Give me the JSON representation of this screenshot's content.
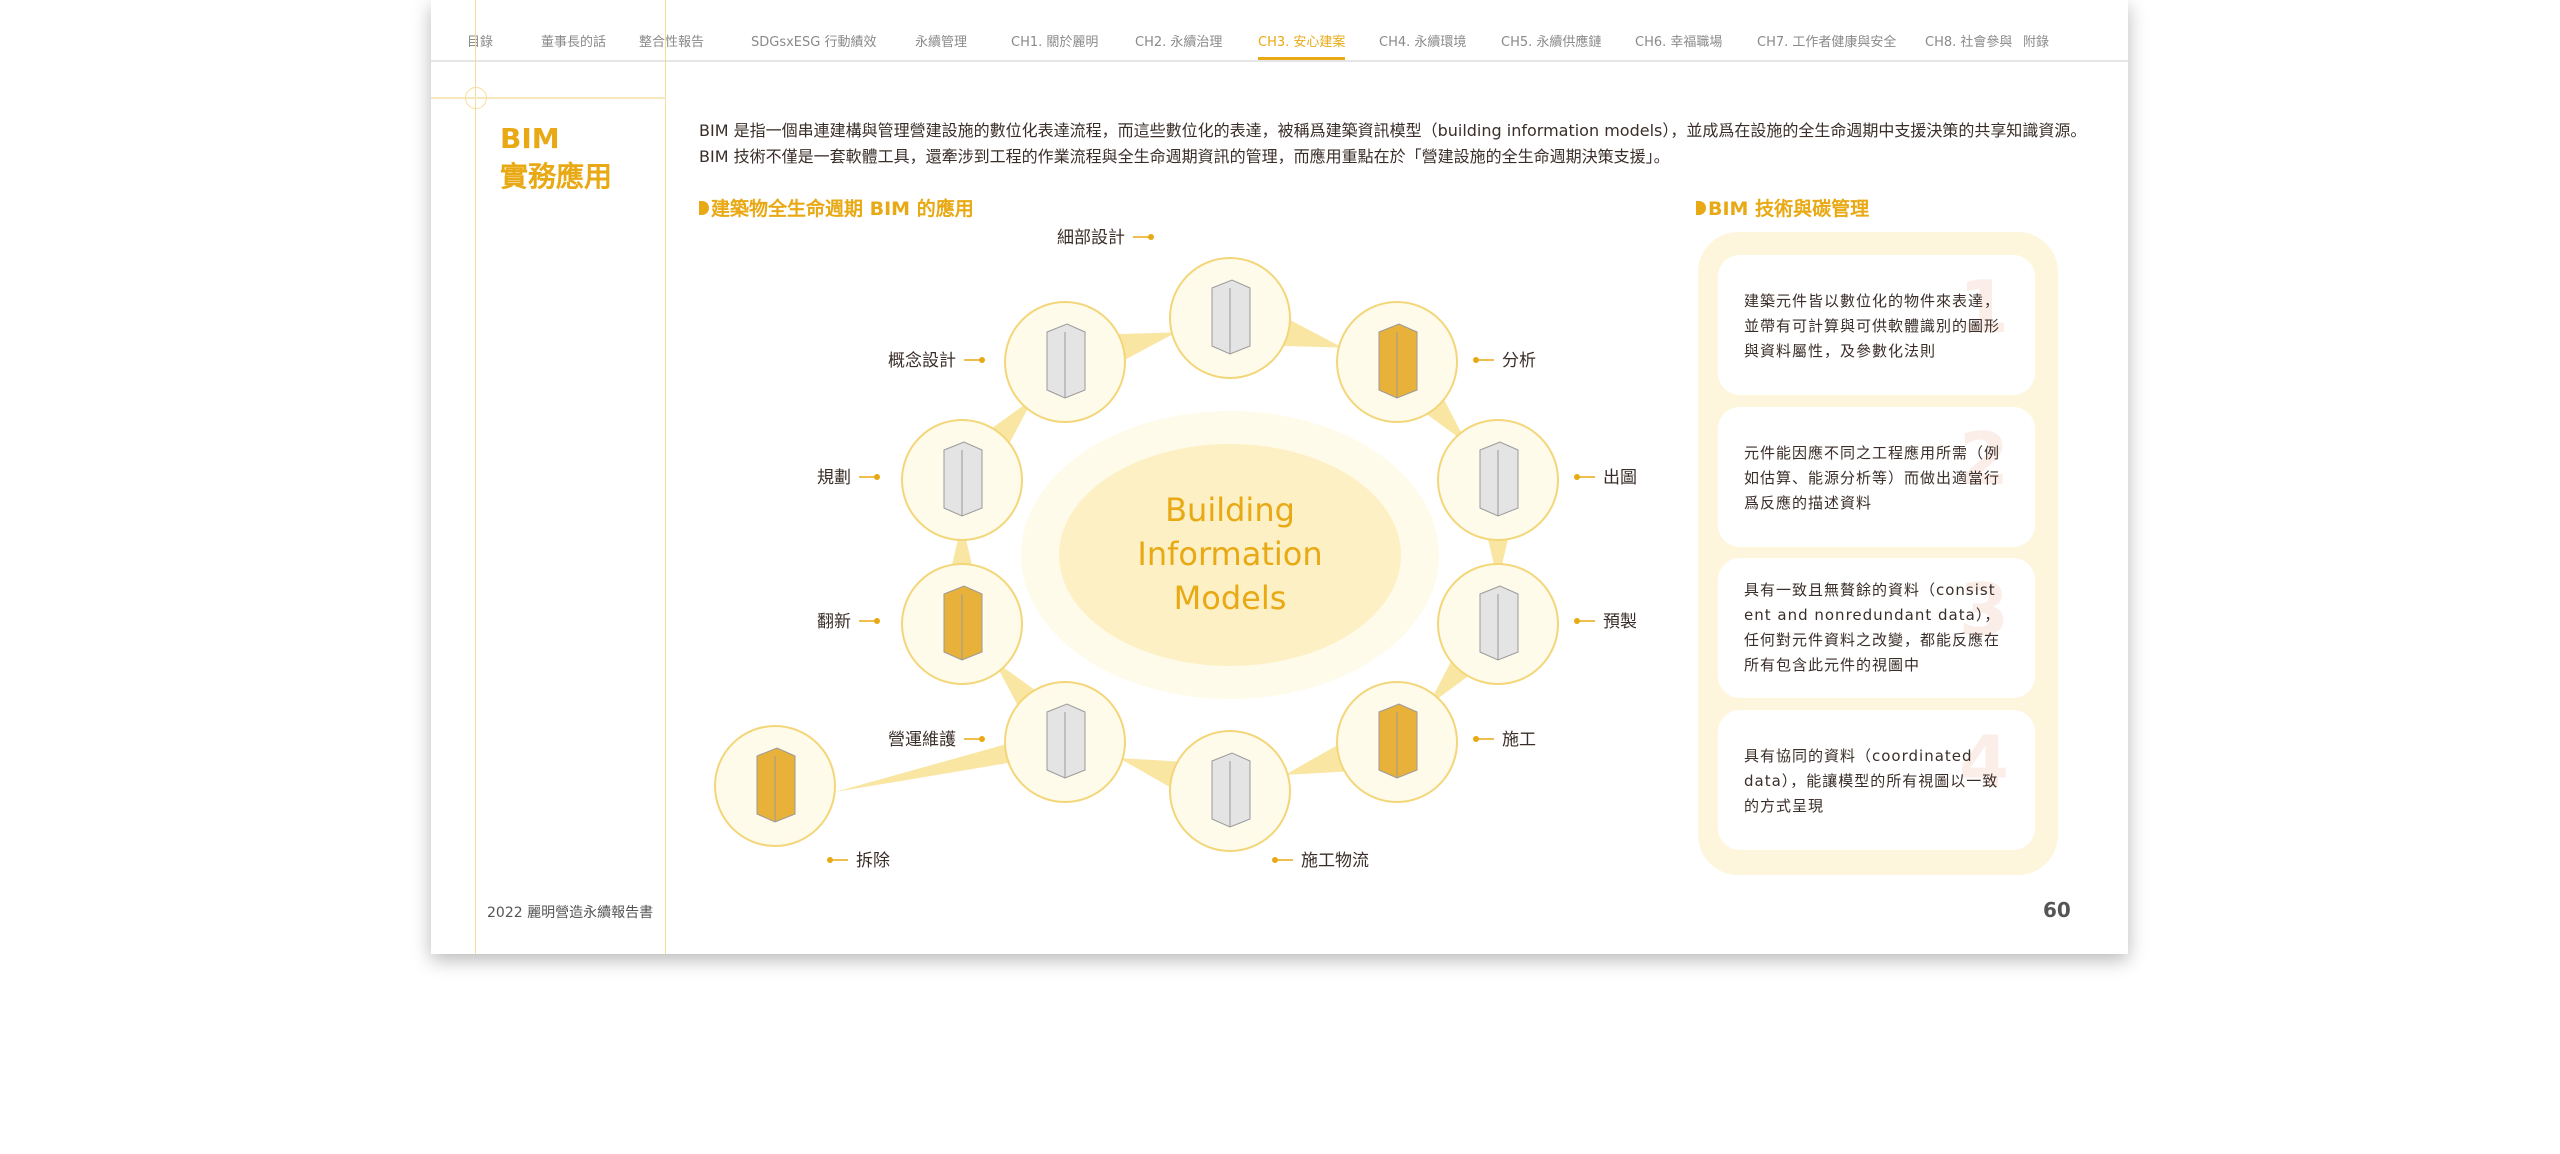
{
  "nav": {
    "items": [
      "目錄",
      "董事長的話",
      "整合性報告",
      "SDGsxESG 行動績效",
      "永續管理",
      "CH1. 關於麗明",
      "CH2. 永續治理",
      "CH3. 安心建案",
      "CH4. 永續環境",
      "CH5. 永續供應鏈",
      "CH6. 幸福職場",
      "CH7. 工作者健康與安全",
      "CH8. 社會參與",
      "附錄"
    ],
    "active_index": 7
  },
  "page_title": {
    "line1": "BIM",
    "line2": "實務應用"
  },
  "intro": "BIM 是指一個串連建構與管理營建設施的數位化表達流程，而這些數位化的表達，被稱爲建築資訊模型（building information models），並成爲在設施的全生命週期中支援決策的共享知識資源。BIM 技術不僅是一套軟體工具，還牽涉到工程的作業流程與全生命週期資訊的管理，而應用重點在於「營建設施的全生命週期決策支援」。",
  "lifecycle": {
    "heading": "建築物全生命週期 BIM 的應用",
    "center": [
      "Building",
      "Information",
      "Models"
    ],
    "stages": [
      "細部設計",
      "分析",
      "出圖",
      "預製",
      "施工",
      "施工物流",
      "營運維護",
      "翻新",
      "規劃",
      "概念設計",
      "拆除"
    ]
  },
  "carbon": {
    "heading": "BIM 技術與碳管理",
    "cards": [
      {
        "num": "1",
        "text": "建築元件皆以數位化的物件來表達，並帶有可計算與可供軟體識別的圖形與資料屬性，及參數化法則"
      },
      {
        "num": "2",
        "text": "元件能因應不同之工程應用所需（例如估算、能源分析等）而做出適當行爲反應的描述資料"
      },
      {
        "num": "3",
        "text": "具有一致且無贅餘的資料（consist ent and nonredundant data），任何對元件資料之改變，都能反應在所有包含此元件的視圖中"
      },
      {
        "num": "4",
        "text": "具有協同的資料（coordinated data），能讓模型的所有視圖以一致的方式呈現"
      }
    ]
  },
  "footer": {
    "report": "2022 麗明營造永續報告書",
    "page": "60"
  },
  "colors": {
    "accent": "#e8a914",
    "panel": "#fdf6dd",
    "node_fill": "#fffbea",
    "node_stroke": "#f3d67a"
  }
}
